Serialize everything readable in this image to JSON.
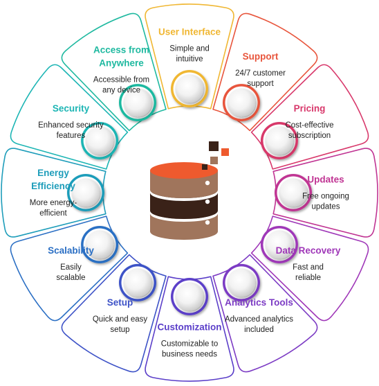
{
  "segments": [
    {
      "title": [
        "User Interface"
      ],
      "desc": [
        "Simple and",
        "intuitive"
      ],
      "color": "#F0B733"
    },
    {
      "title": [
        "Support"
      ],
      "desc": [
        "24/7 customer",
        "support"
      ],
      "color": "#E8553C"
    },
    {
      "title": [
        "Pricing"
      ],
      "desc": [
        "Cost-effective",
        "subscription"
      ],
      "color": "#D8386B"
    },
    {
      "title": [
        "Updates"
      ],
      "desc": [
        "Free ongoing",
        "updates"
      ],
      "color": "#C03493"
    },
    {
      "title": [
        "Data Recovery"
      ],
      "desc": [
        "Fast and",
        "reliable"
      ],
      "color": "#9F37B8"
    },
    {
      "title": [
        "Analytics Tools"
      ],
      "desc": [
        "Advanced analytics",
        "included"
      ],
      "color": "#7C3BC4"
    },
    {
      "title": [
        "Customization"
      ],
      "desc": [
        "Customizable to",
        "business needs"
      ],
      "color": "#5B3FC9"
    },
    {
      "title": [
        "Setup"
      ],
      "desc": [
        "Quick and easy",
        "setup"
      ],
      "color": "#3D52C7"
    },
    {
      "title": [
        "Scalability"
      ],
      "desc": [
        "Easily",
        "scalable"
      ],
      "color": "#2B6FC4"
    },
    {
      "title": [
        "Energy",
        "Efficiency"
      ],
      "desc": [
        "More energy-",
        "efficient"
      ],
      "color": "#1E9DBA"
    },
    {
      "title": [
        "Security"
      ],
      "desc": [
        "Enhanced security",
        "features"
      ],
      "color": "#1CB5B4"
    },
    {
      "title": [
        "Access from",
        "Anywhere"
      ],
      "desc": [
        "Accessible from",
        "any device"
      ],
      "color": "#1FB9A0"
    }
  ],
  "database": {
    "top_color": "#EE5A2E",
    "body_color": "#A0755C",
    "dark_color": "#3A2218",
    "squares": [
      "#3A2218",
      "#EE5A2E",
      "#A0755C",
      "#3A2218"
    ]
  }
}
